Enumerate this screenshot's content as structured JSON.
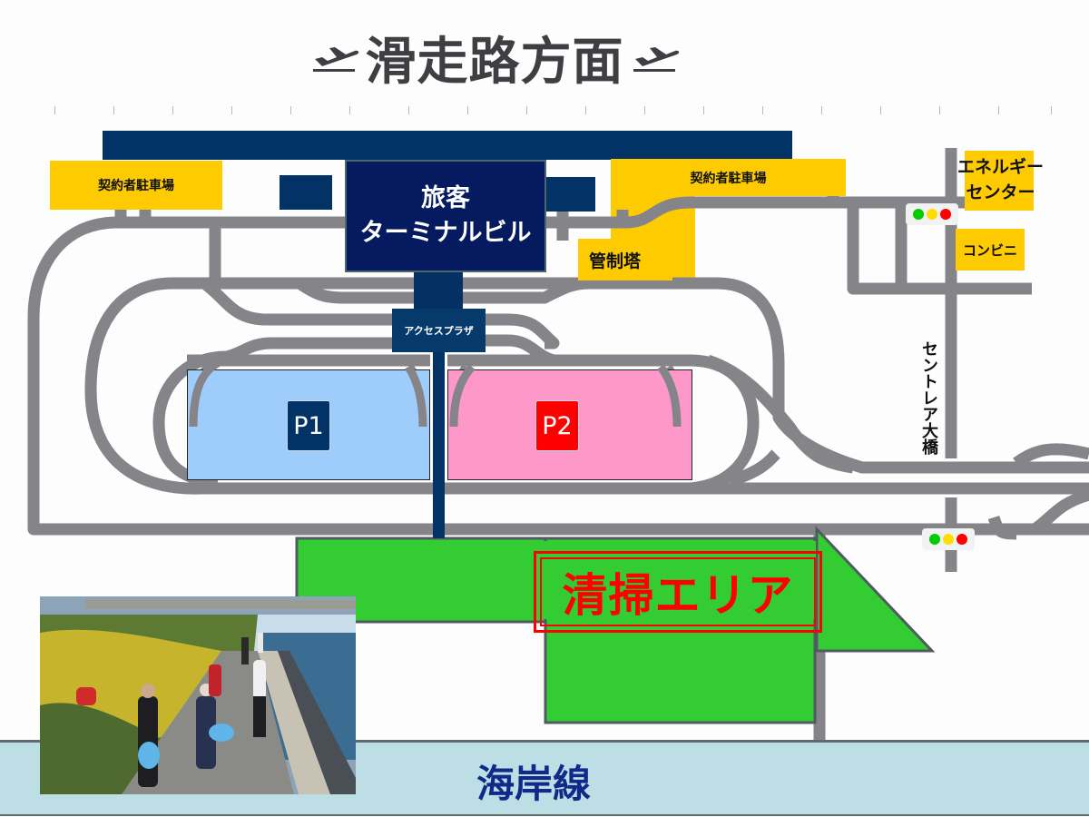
{
  "title": {
    "text": "滑走路方面",
    "left_icon": "airplane-takeoff-icon",
    "right_icon": "airplane-takeoff-icon",
    "color": "#3f3f43"
  },
  "map": {
    "terminal": {
      "line1": "旅客",
      "line2": "ターミナルビル"
    },
    "access_plaza": "アクセスプラザ",
    "contract_parking_left": "契約者駐車場",
    "contract_parking_right": "契約者駐車場",
    "control_tower": "管制塔",
    "energy_center": {
      "line1": "エネルギー",
      "line2": "センター"
    },
    "convenience_store": "コンビニ",
    "bridge": "セントレア大橋",
    "parking_p1": "P1",
    "parking_p2": "P2",
    "cleanup_area": "清掃エリア",
    "coastline": "海岸線",
    "traffic_signals": [
      {
        "position": "top",
        "lamps": [
          "green",
          "yellow",
          "red"
        ]
      },
      {
        "position": "bottom",
        "lamps": [
          "green",
          "yellow",
          "red"
        ]
      }
    ],
    "photo": {
      "subject": "volunteers-collecting-litter-along-seawall"
    }
  },
  "colors": {
    "runway_navy": "#023366",
    "terminal_navy": "#051a5f",
    "parking_yellow": "#fecb00",
    "road_gray": "#858488",
    "p1_blue": "#9fcdfb",
    "p2_pink": "#fe98c9",
    "p1_badge": "#023366",
    "p2_badge": "#ff0000",
    "cleanup_green": "#33cc33",
    "cleanup_text": "#ff0000",
    "coast_blue": "#bcdee4",
    "coast_text": "#102a8a",
    "signal_green": "#00cc00",
    "signal_yellow": "#ffdd00",
    "signal_red": "#ff0000"
  }
}
